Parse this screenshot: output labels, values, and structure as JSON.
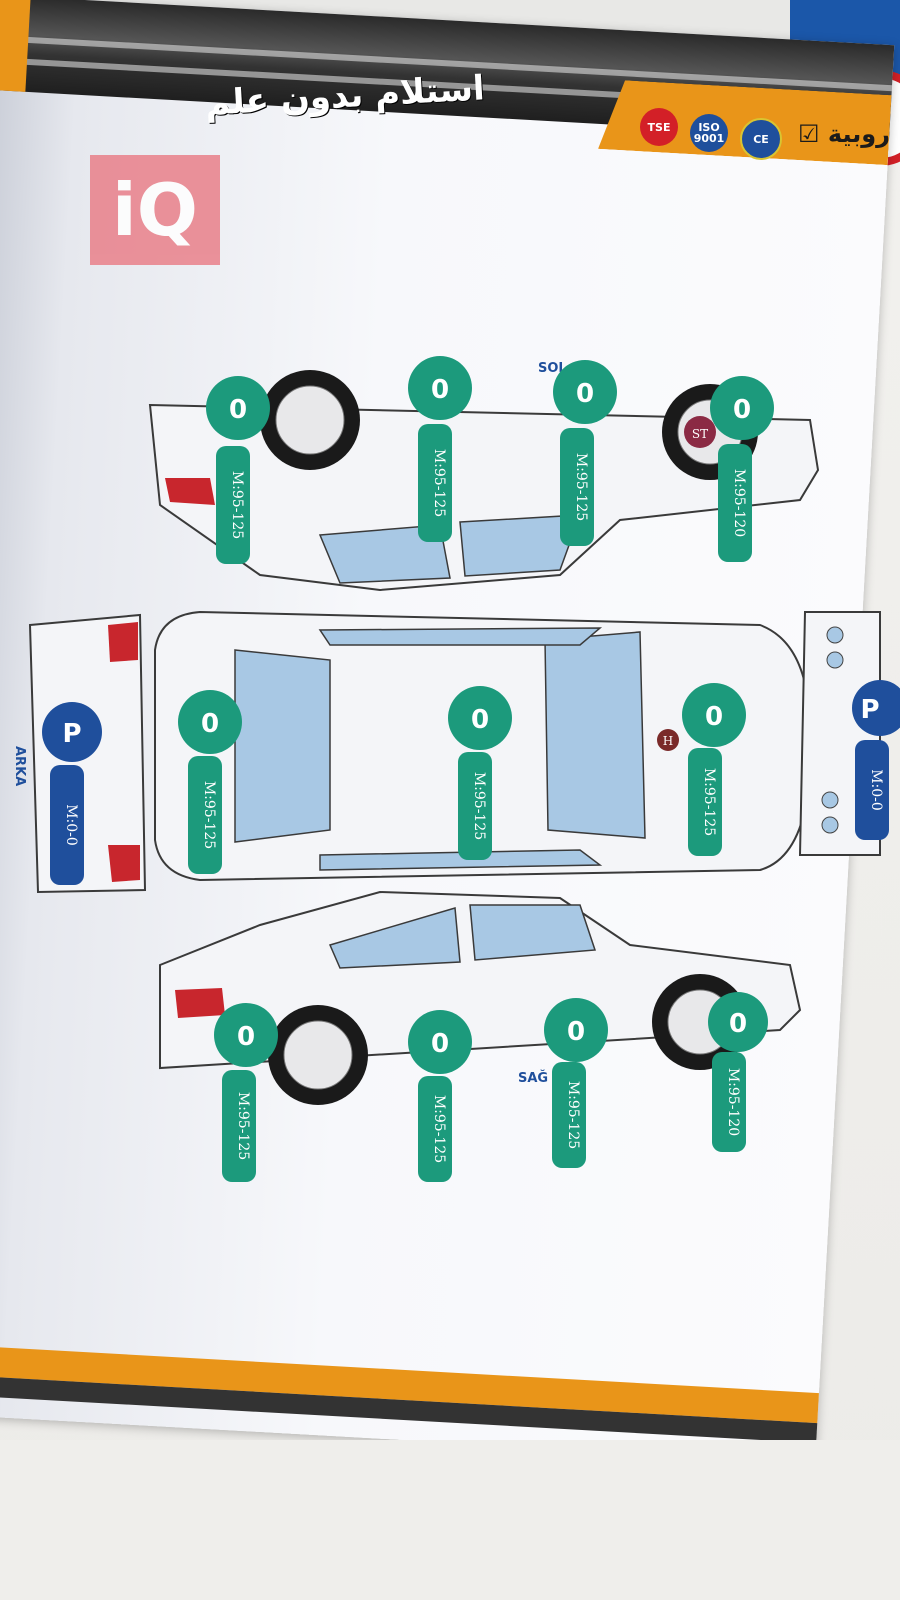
{
  "header": {
    "title": "استلام بدون علم",
    "partial_label": "روبية ☑",
    "certs": [
      {
        "name": "tse",
        "label": "TSE"
      },
      {
        "name": "iso",
        "label": "ISO 9001"
      },
      {
        "name": "ce",
        "label": "CE"
      }
    ]
  },
  "watermark": {
    "text": "iQ"
  },
  "diagram": {
    "side_top_label": "SOL",
    "side_bottom_label": "SAĞ",
    "rear_label": "ARKA",
    "side_top": {
      "markers": [
        "0",
        "0",
        "0",
        "0"
      ],
      "readings": [
        "M:95-125",
        "M:95-125",
        "M:95-125",
        "M:95-120"
      ],
      "wheel_badge": "ST"
    },
    "side_bottom": {
      "markers": [
        "0",
        "0",
        "0",
        "0"
      ],
      "readings": [
        "M:95-125",
        "M:95-125",
        "M:95-125",
        "M:95-120"
      ]
    },
    "top_view": {
      "markers": [
        "0",
        "0",
        "0"
      ],
      "readings": [
        "M:95-125",
        "M:95-125",
        "M:95-125"
      ],
      "hood_badge": "H"
    },
    "rear_view": {
      "marker": "P",
      "reading": "M:0-0"
    },
    "front_view": {
      "marker": "P",
      "reading": "M:0-0"
    }
  }
}
